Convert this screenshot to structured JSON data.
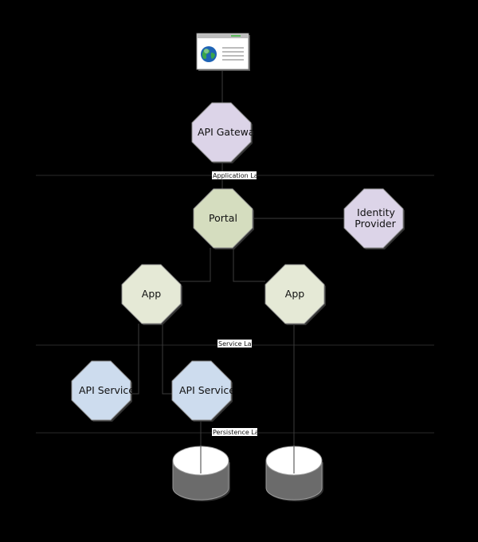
{
  "browser": {
    "icon": "globe-browser-icon"
  },
  "layers": {
    "application": "Application Layer",
    "service": "Service Layer",
    "persistence": "Persistence Layer"
  },
  "nodes": {
    "api_gateway": "API Gateway",
    "portal": "Portal",
    "identity_provider_line1": "Identity",
    "identity_provider_line2": "Provider",
    "app_left": "App",
    "app_right": "App",
    "api_service_left": "API Service",
    "api_service_right": "API Service"
  },
  "databases": {
    "icon": "database-cylinder-icon",
    "count": 2
  },
  "colors": {
    "background": "#000000",
    "gateway_fill": "#dcd4e8",
    "portal_fill": "#d5ddbf",
    "app_fill": "#e5e9d6",
    "service_fill": "#cddcee",
    "db_body": "#6b6b6b",
    "db_top": "#ffffff"
  }
}
